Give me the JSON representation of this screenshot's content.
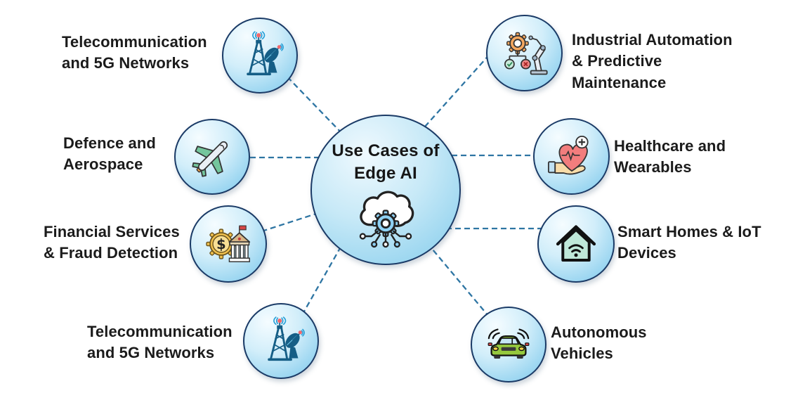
{
  "diagram": {
    "title": "Use Cases of\nEdge AI",
    "center_icon": "edge-ai-cloud-circuit-icon"
  },
  "nodes": [
    {
      "id": "telecom-top-left",
      "label": "Telecommunication\nand 5G Networks",
      "icon": "cell-tower-satellite-dish-icon",
      "side": "left"
    },
    {
      "id": "defence-aerospace",
      "label": "Defence and\nAerospace",
      "icon": "airplane-icon",
      "side": "left"
    },
    {
      "id": "financial-services",
      "label": "Financial Services\n& Fraud Detection",
      "icon": "gear-dollar-bank-icon",
      "side": "left"
    },
    {
      "id": "telecom-bottom-left",
      "label": "Telecommunication\nand 5G Networks",
      "icon": "cell-tower-satellite-dish-icon",
      "side": "left"
    },
    {
      "id": "industrial-automation",
      "label": "Industrial Automation\n& Predictive\nMaintenance",
      "icon": "gear-robot-arm-icon",
      "side": "right"
    },
    {
      "id": "healthcare-wearables",
      "label": "Healthcare and\nWearables",
      "icon": "hand-heart-plus-icon",
      "side": "right"
    },
    {
      "id": "smart-homes-iot",
      "label": "Smart Homes & IoT\nDevices",
      "icon": "smart-home-wifi-icon",
      "side": "right"
    },
    {
      "id": "autonomous-vehicles",
      "label": "Autonomous\nVehicles",
      "icon": "connected-car-icon",
      "side": "right"
    }
  ],
  "colors": {
    "background": "#FFFFFF",
    "circle_border": "#1A3A66",
    "circle_fill_light": "#F5FCFF",
    "circle_fill_dark": "#79C7EB",
    "connector": "#2E75A3",
    "text": "#1B1B1B",
    "tower_teal": "#155E86",
    "signal_blue": "#29A0D8",
    "alert_red": "#F2686C"
  }
}
